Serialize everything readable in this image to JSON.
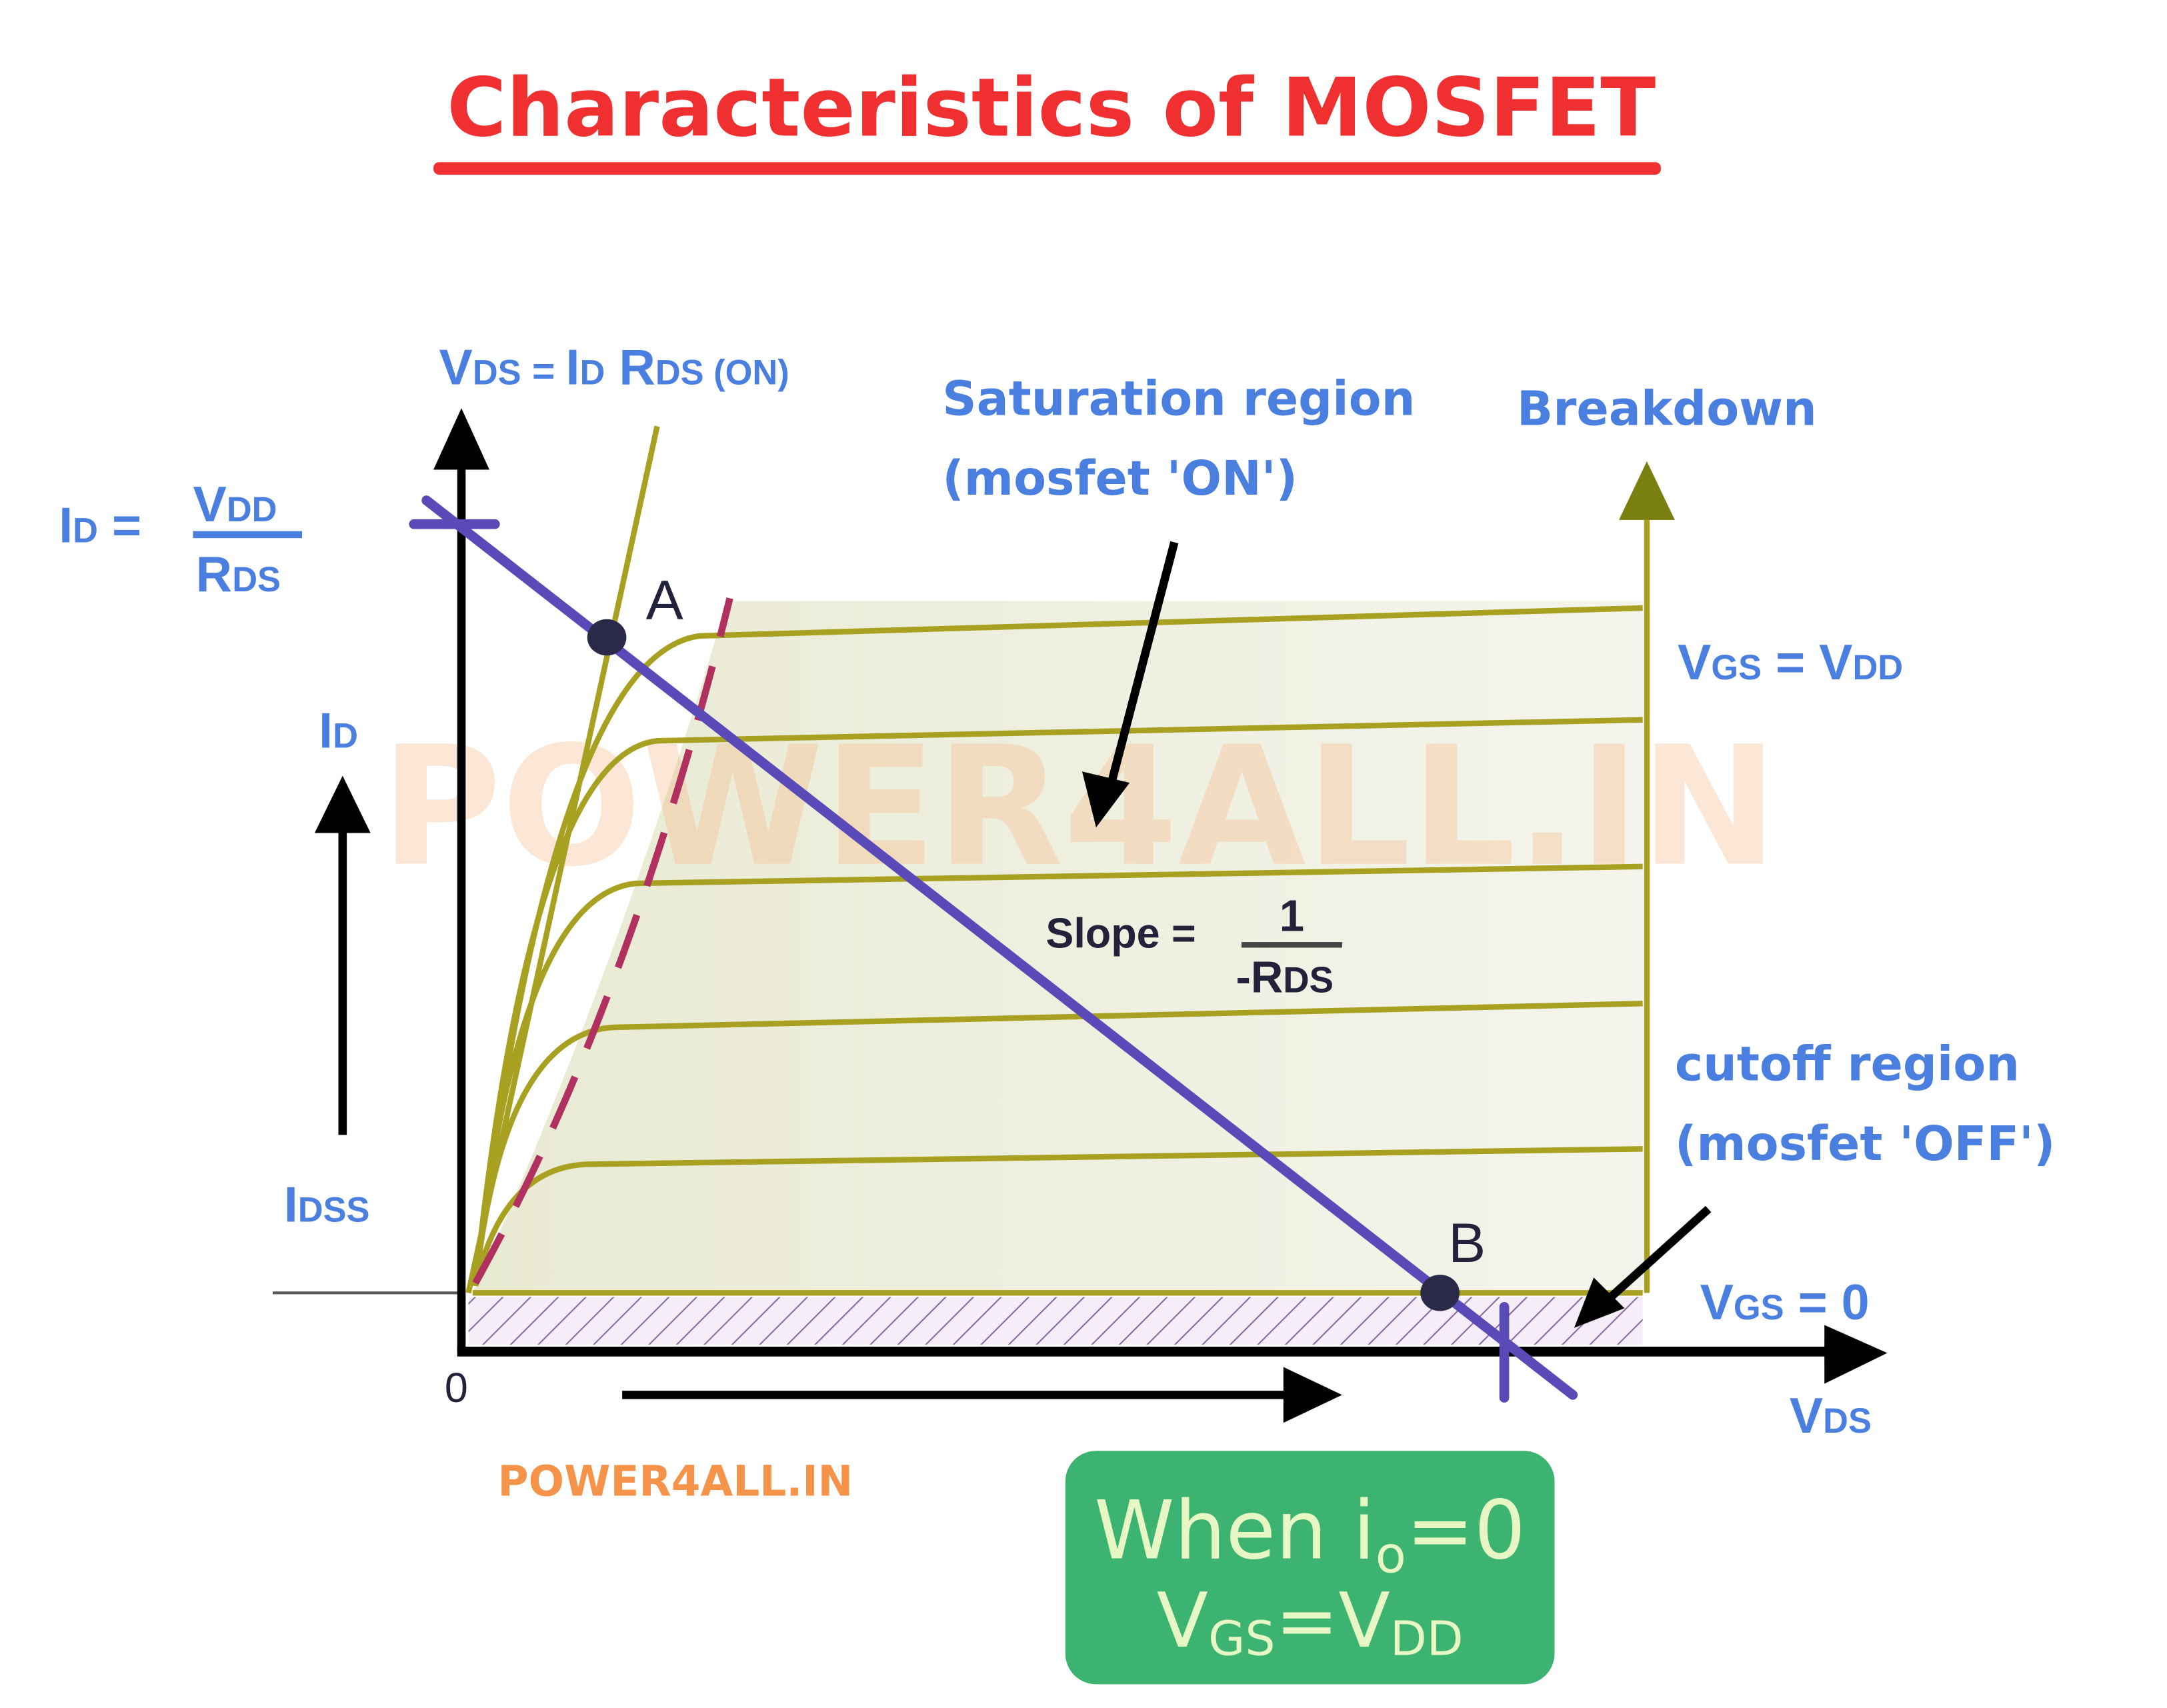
{
  "title": "Characteristics of MOSFET",
  "labels": {
    "vds_eq": {
      "v": "V",
      "ds": "DS",
      "eq": " = ",
      "i": "I",
      "d": "D",
      "r": " R",
      "ds2": "DS",
      "on": " (ON)"
    },
    "id_eq": {
      "i": "I",
      "d": "D",
      "eq": " =",
      "num_v": "V",
      "num_dd": "DD",
      "den_r": "R",
      "den_ds": "DS"
    },
    "id_axis": {
      "i": "I",
      "d": "D"
    },
    "idss": {
      "i": "I",
      "dss": "DSS"
    },
    "saturation": {
      "line1": "Saturation region",
      "line2": "(mosfet 'ON')"
    },
    "breakdown": "Breakdown",
    "vgs_vdd": {
      "v": "V",
      "gs": "GS",
      "eq": " = ",
      "v2": "V",
      "dd": "DD"
    },
    "cutoff": {
      "line1": "cutoff region",
      "line2": "(mosfet 'OFF')"
    },
    "vgs_0": {
      "v": "V",
      "gs": "GS",
      "eq": " = 0"
    },
    "vds_axis": {
      "v": "V",
      "ds": "DS"
    },
    "origin": "0",
    "point_a": "A",
    "point_b": "B",
    "slope": {
      "text": "Slope = ",
      "num": "1",
      "den_r": "-R",
      "den_ds": "DS"
    },
    "watermark": "POWER4ALL.IN",
    "brand": "POWER4ALL.IN"
  },
  "note_box": {
    "line1_a": "When i",
    "line1_sub": "o",
    "line1_b": "=0",
    "line2_v": "V",
    "line2_gs": "GS",
    "line2_eq": "=V",
    "line2_dd": "DD"
  },
  "colors": {
    "title": "#f03030",
    "label": "#4a7fe0",
    "curve": "#a8a020",
    "load_line": "#5a4ab8",
    "dashed": "#b03060",
    "box": "#3cb371",
    "box_text": "#e6f7c4",
    "brand": "#f5934a"
  }
}
